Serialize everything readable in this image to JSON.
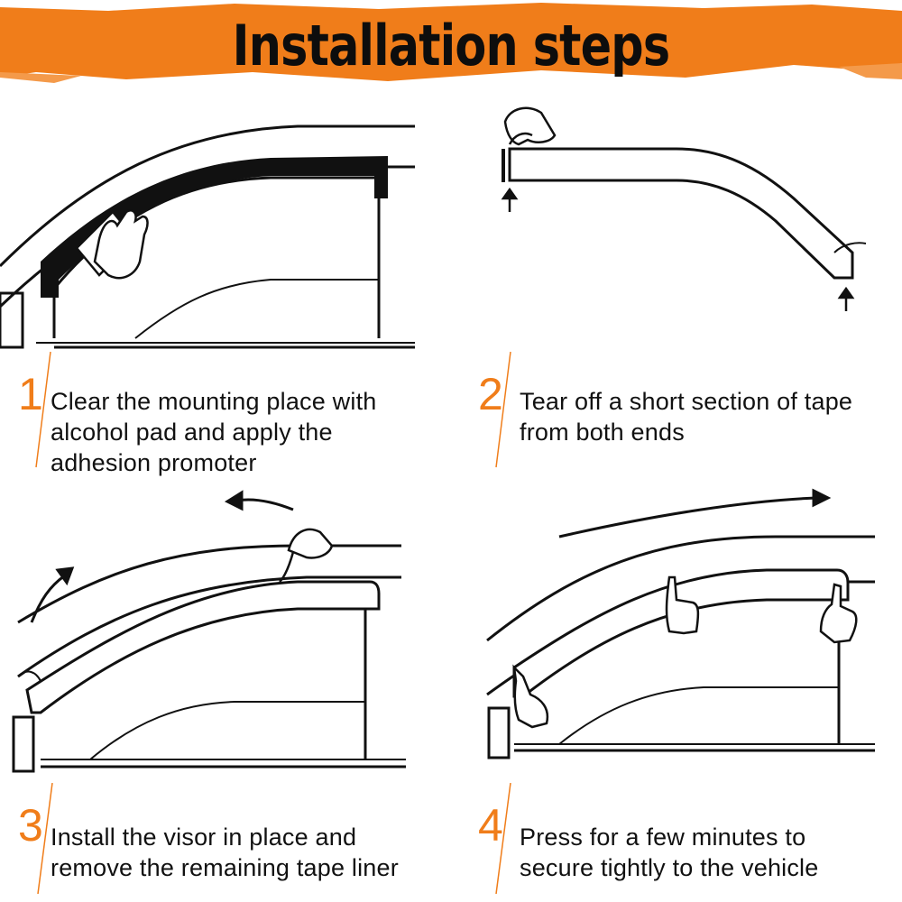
{
  "title": "Installation steps",
  "colors": {
    "accent": "#f07d1a",
    "ink": "#111111"
  },
  "steps": [
    {
      "number": "1",
      "line1": "Clear the mounting place with",
      "line2": "alcohol pad and apply the",
      "line3": "adhesion promoter"
    },
    {
      "number": "2",
      "line1": "Tear off a short section of tape",
      "line2": "from both ends"
    },
    {
      "number": "3",
      "line1": "Install the visor in place and",
      "line2": "remove the remaining tape liner"
    },
    {
      "number": "4",
      "line1": "Press for a few minutes to",
      "line2": "secure tightly to the vehicle"
    }
  ]
}
